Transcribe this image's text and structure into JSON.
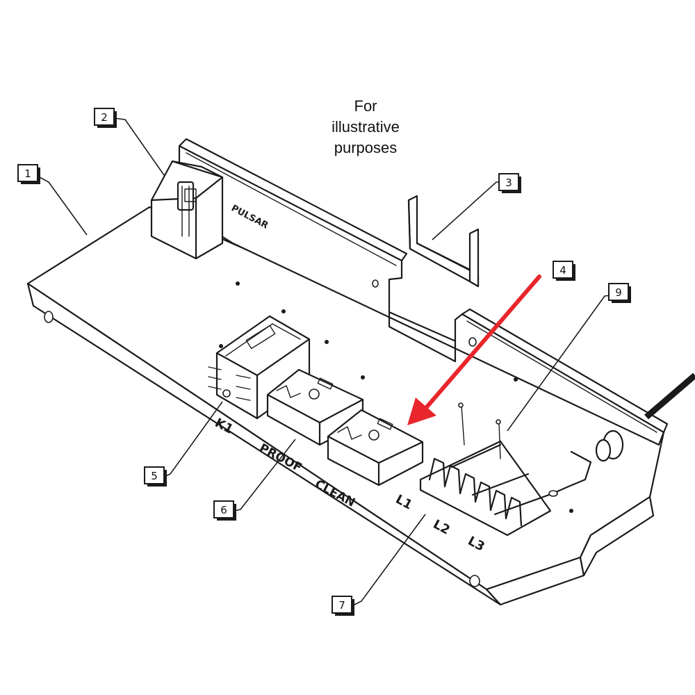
{
  "caption": [
    "For",
    "illustrative",
    "purposes"
  ],
  "board_labels": {
    "pulsar": "PULSAR",
    "k1": "K1",
    "proof": "PROOF",
    "clean": "CLEAN",
    "l1": "L1",
    "l2": "L2",
    "l3": "L3"
  },
  "callouts": [
    "1",
    "2",
    "3",
    "4",
    "5",
    "6",
    "7",
    "9"
  ],
  "colors": {
    "highlight_arrow": "#e8262c",
    "line": "#1a1a1a"
  },
  "highlighted_callout": "4"
}
